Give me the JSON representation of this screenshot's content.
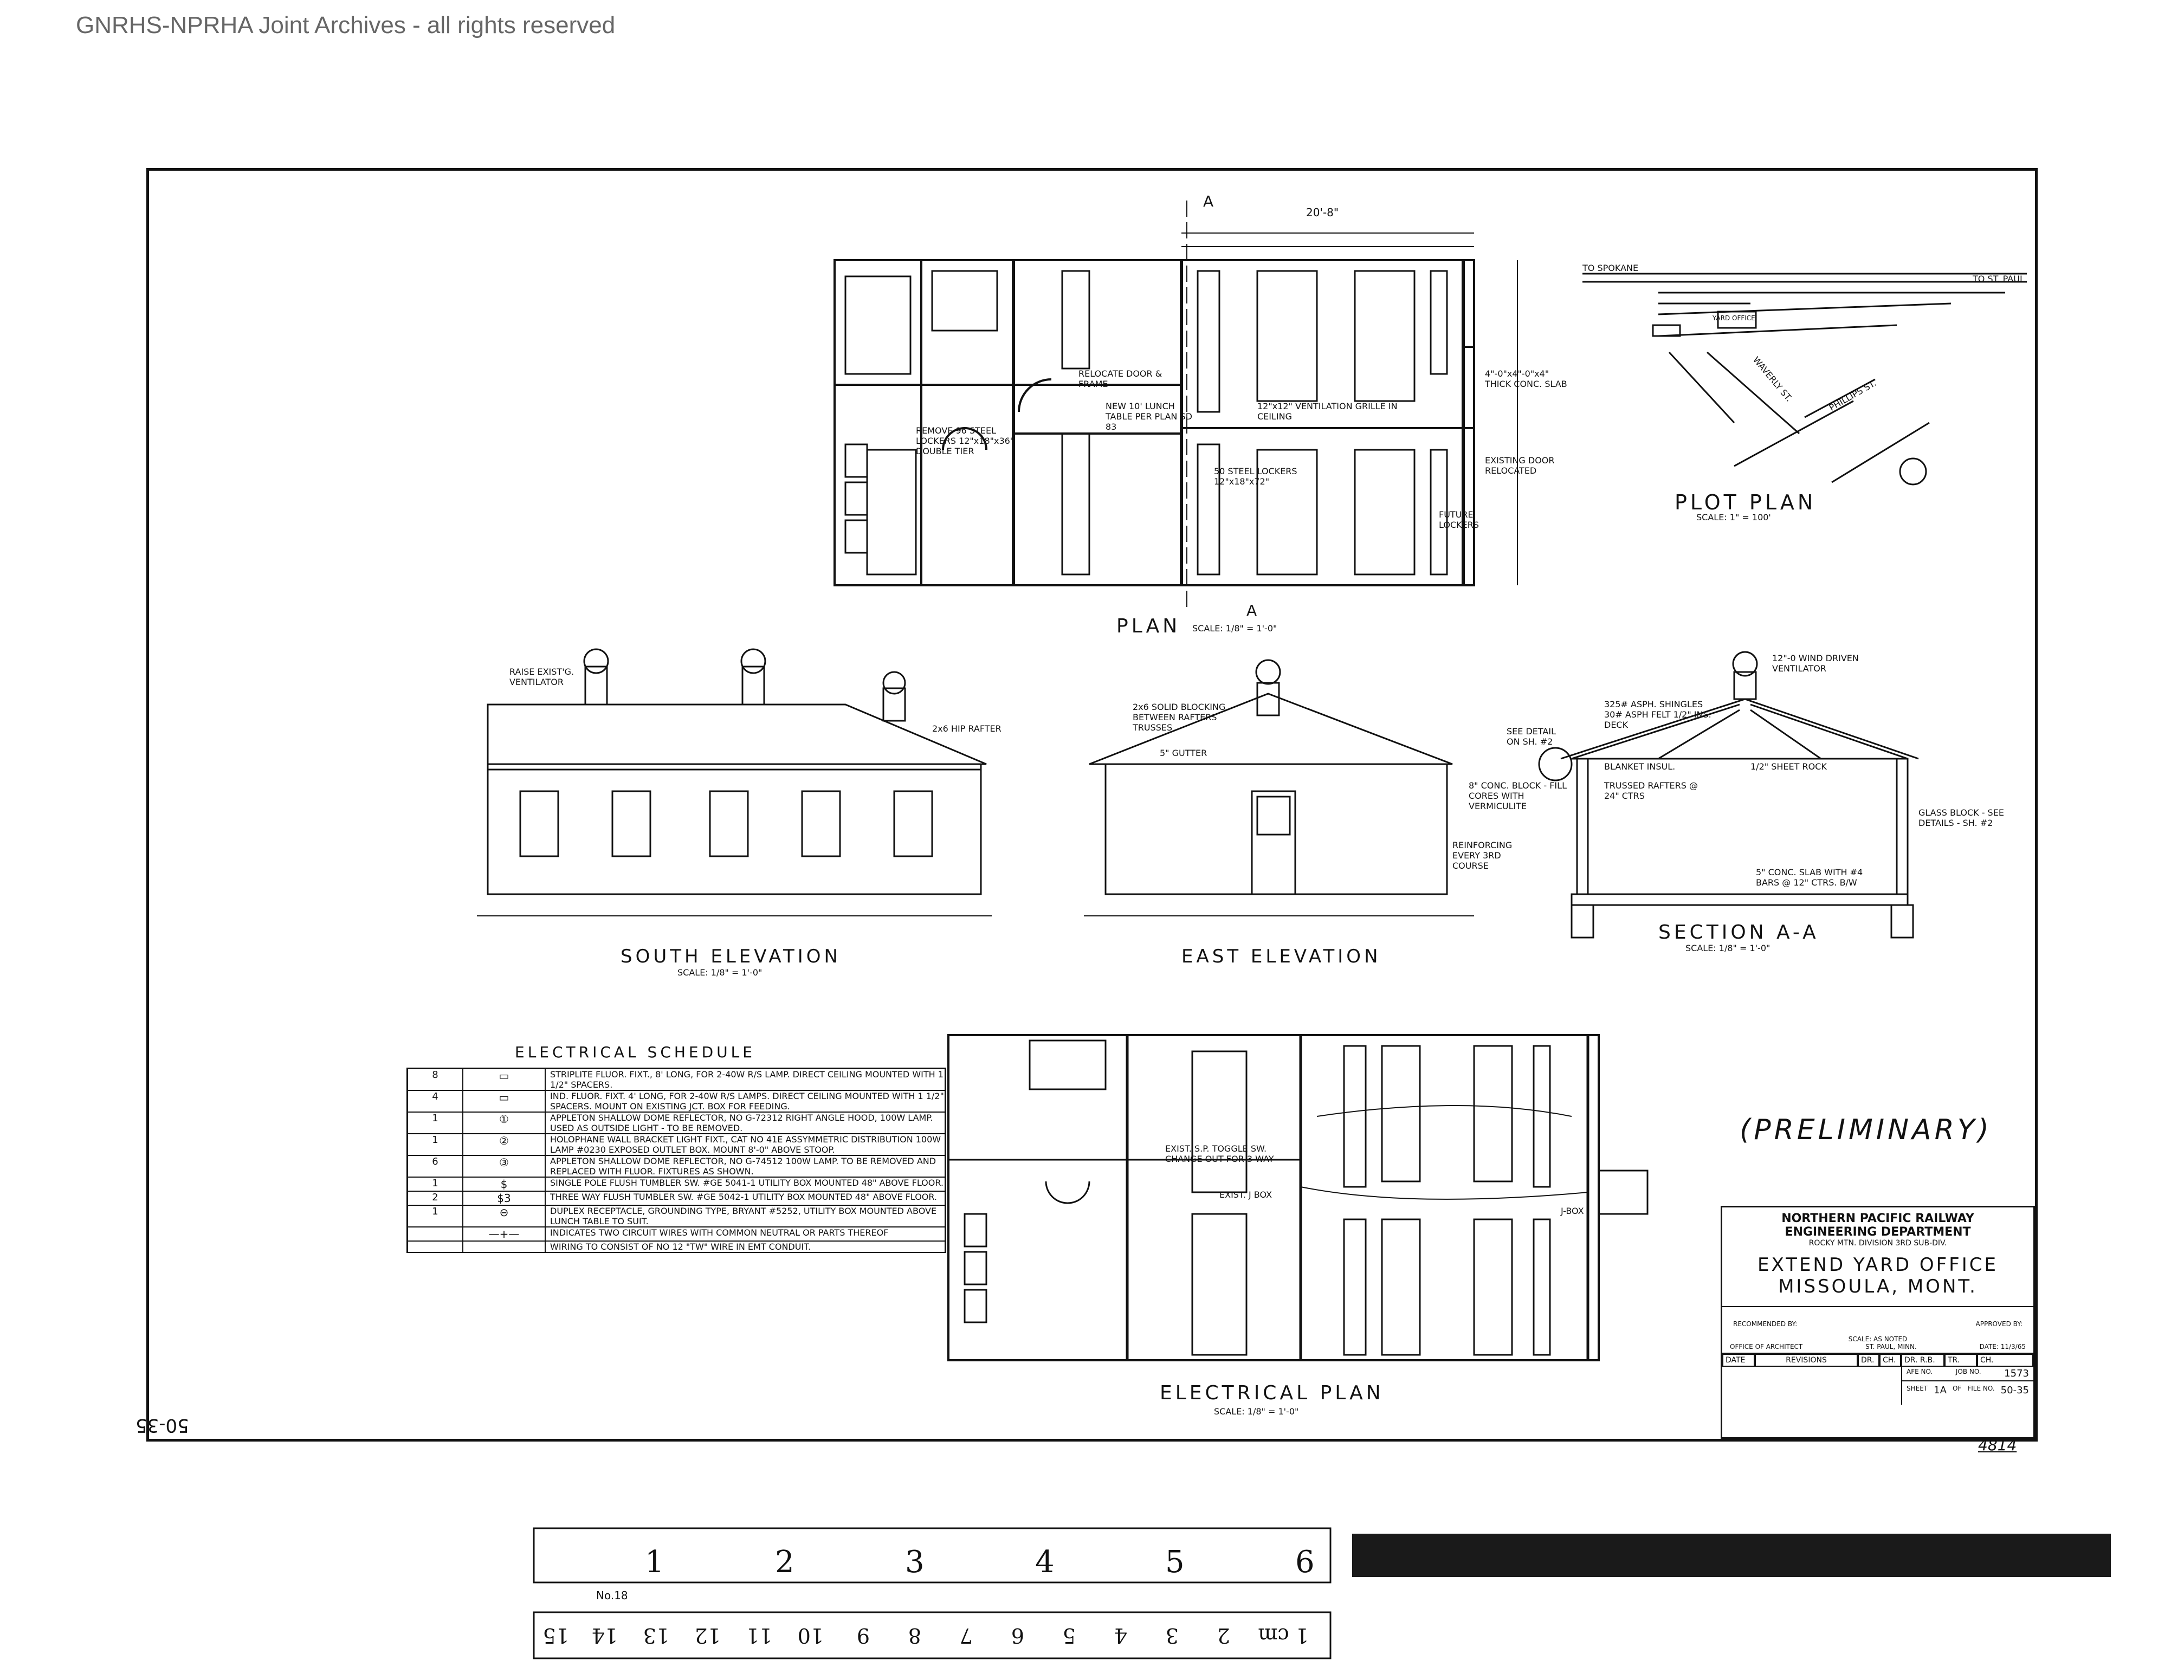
{
  "watermark": "GNRHS-NPRHA Joint Archives - all rights reserved",
  "side_number": "50-35",
  "plan": {
    "title": "PLAN",
    "scale": "SCALE: 1/8\" = 1'-0\"",
    "section_marker": "A",
    "overall_dim": "20'-8\"",
    "notes": [
      "REMOVE 96 STEEL LOCKERS 12\"x18\"x36\" DOUBLE TIER",
      "RELOCATE DOOR & FRAME",
      "NEW 10' LUNCH TABLE PER PLAN SD 83",
      "12\"x12\" VENTILATION GRILLE IN CEILING",
      "50 STEEL LOCKERS 12\"x18\"x72\"",
      "4\"-0\"x4\"-0\"x4\" THICK CONC. SLAB",
      "EXISTING DOOR RELOCATED",
      "FUTURE LOCKERS"
    ]
  },
  "plot_plan": {
    "title": "PLOT PLAN",
    "scale": "SCALE: 1\" = 100'",
    "labels": [
      "TO SPOKANE",
      "TO ST. PAUL",
      "WAVERLY ST.",
      "PHILLIPS ST.",
      "YARD OFFICE"
    ]
  },
  "south_elevation": {
    "title": "SOUTH ELEVATION",
    "scale": "SCALE: 1/8\" = 1'-0\"",
    "notes": [
      "RAISE EXIST'G. VENTILATOR",
      "2x6 HIP RAFTER"
    ]
  },
  "east_elevation": {
    "title": "EAST ELEVATION",
    "notes": [
      "2x6 SOLID BLOCKING BETWEEN RAFTERS TRUSSES",
      "5\" GUTTER",
      "REINFORCING EVERY 3RD COURSE"
    ]
  },
  "section": {
    "title": "SECTION A-A",
    "scale": "SCALE: 1/8\" = 1'-0\"",
    "notes": [
      "12\"-0 WIND DRIVEN VENTILATOR",
      "325# ASPH. SHINGLES 30# ASPH FELT 1/2\" INS. DECK",
      "SEE DETAIL ON SH. #2",
      "BLANKET INSUL.",
      "1/2\" SHEET ROCK",
      "8\" CONC. BLOCK - FILL CORES WITH VERMICULITE",
      "TRUSSED RAFTERS @ 24\" CTRS",
      "GLASS BLOCK - SEE DETAILS - SH. #2",
      "5\" CONC. SLAB WITH #4 BARS @ 12\" CTRS. B/W"
    ]
  },
  "electrical_schedule": {
    "title": "ELECTRICAL SCHEDULE",
    "rows": [
      {
        "qty": "8",
        "sym": "▭",
        "desc": "STRIPLITE FLUOR. FIXT., 8' LONG, FOR 2-40W R/S LAMP. DIRECT CEILING MOUNTED WITH 1 1/2\" SPACERS."
      },
      {
        "qty": "4",
        "sym": "▭",
        "desc": "IND. FLUOR. FIXT. 4' LONG, FOR 2-40W R/S LAMPS. DIRECT CEILING MOUNTED WITH 1 1/2\" SPACERS. MOUNT ON EXISTING JCT. BOX FOR FEEDING."
      },
      {
        "qty": "1",
        "sym": "①",
        "desc": "APPLETON SHALLOW DOME REFLECTOR, NO G-72312 RIGHT ANGLE HOOD, 100W LAMP. USED AS OUTSIDE LIGHT - TO BE REMOVED."
      },
      {
        "qty": "1",
        "sym": "②",
        "desc": "HOLOPHANE WALL BRACKET LIGHT FIXT., CAT NO 41E ASSYMMETRIC DISTRIBUTION 100W LAMP #0230 EXPOSED OUTLET BOX. MOUNT 8'-0\" ABOVE STOOP."
      },
      {
        "qty": "6",
        "sym": "③",
        "desc": "APPLETON SHALLOW DOME REFLECTOR, NO G-74512 100W LAMP. TO BE REMOVED AND REPLACED WITH FLUOR. FIXTURES AS SHOWN."
      },
      {
        "qty": "1",
        "sym": "$",
        "desc": "SINGLE POLE FLUSH TUMBLER SW. #GE 5041-1 UTILITY BOX MOUNTED 48\" ABOVE FLOOR."
      },
      {
        "qty": "2",
        "sym": "$3",
        "desc": "THREE WAY FLUSH TUMBLER SW. #GE 5042-1 UTILITY BOX MOUNTED 48\" ABOVE FLOOR."
      },
      {
        "qty": "1",
        "sym": "⊖",
        "desc": "DUPLEX RECEPTACLE, GROUNDING TYPE, BRYANT #5252, UTILITY BOX MOUNTED ABOVE LUNCH TABLE TO SUIT."
      },
      {
        "qty": "",
        "sym": "—+—",
        "desc": "INDICATES TWO CIRCUIT WIRES WITH COMMON NEUTRAL OR PARTS THEREOF"
      },
      {
        "qty": "",
        "sym": "",
        "desc": "WIRING TO CONSIST OF NO 12 \"TW\" WIRE IN EMT CONDUIT."
      }
    ]
  },
  "electrical_plan": {
    "title": "ELECTRICAL PLAN",
    "scale": "SCALE: 1/8\" = 1'-0\"",
    "notes": [
      "EXIST. J BOX",
      "EXIST. S.P. TOGGLE SW. CHANGE OUT FOR 3 WAY",
      "J-BOX"
    ]
  },
  "preliminary": "(PRELIMINARY)",
  "title_block": {
    "company": "NORTHERN PACIFIC RAILWAY",
    "department": "ENGINEERING DEPARTMENT",
    "division": "ROCKY MTN. DIVISION   3RD SUB-DIV.",
    "project": "EXTEND YARD OFFICE",
    "location": "MISSOULA, MONT.",
    "recommended": "RECOMMENDED BY:",
    "approved": "APPROVED BY:",
    "scale": "SCALE: AS NOTED",
    "office": "OFFICE OF ARCHITECT",
    "city": "ST. PAUL, MINN.",
    "date": "DATE: 11/3/65",
    "revisions_head": [
      "DATE",
      "REVISIONS",
      "DR.",
      "CH."
    ],
    "dr": "DR. R.B.",
    "tr": "TR.",
    "ch": "CH.",
    "afe_label": "AFE NO.",
    "job_label": "JOB NO.",
    "job_no": "1573",
    "sheet_label": "SHEET",
    "of_label": "OF",
    "sheet": "1A",
    "file_label": "FILE NO.",
    "file_no": "50-35",
    "stamp": "4814"
  },
  "ruler": {
    "inches": [
      "1",
      "2",
      "3",
      "4",
      "5",
      "6"
    ],
    "cm": [
      "1 cm",
      "2",
      "3",
      "4",
      "5",
      "6",
      "7",
      "8",
      "9",
      "10",
      "11",
      "12",
      "13",
      "14",
      "15"
    ],
    "mark": "No.18"
  }
}
